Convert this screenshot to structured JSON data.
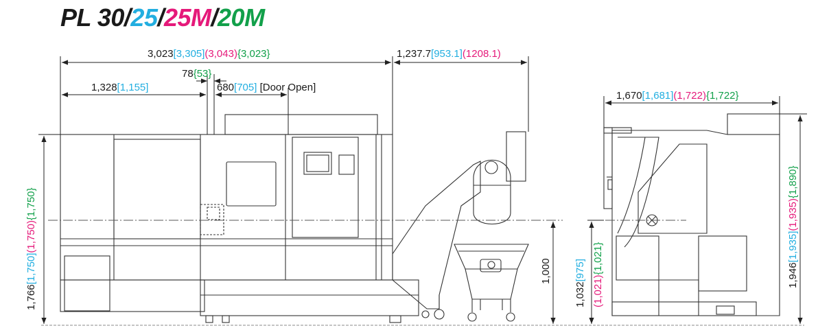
{
  "title": {
    "parts": [
      "PL 30",
      "/",
      "25",
      "/",
      "25M",
      "/",
      "20M"
    ],
    "colors": [
      "#1a1a1a",
      "#1a1a1a",
      "#22aee0",
      "#1a1a1a",
      "#e5197a",
      "#1a1a1a",
      "#12a04a"
    ]
  },
  "colors": {
    "base": "#1a1a1a",
    "pl25": "#22aee0",
    "pl25m": "#e5197a",
    "pl20m": "#12a04a",
    "line": "#333333"
  },
  "front": {
    "total_length": {
      "base": "3,023",
      "pl25": "[3,305]",
      "pl25m": "(3,043)",
      "pl20m": "{3,023}"
    },
    "conveyor_length": {
      "base": "1,237.7",
      "pl25": "[953.1]",
      "pl25m": "(1208.1)"
    },
    "gap": {
      "base": "78",
      "pl20m": "{53}"
    },
    "left_section": {
      "base": "1,328",
      "pl25": "[1,155]"
    },
    "door_open": {
      "base": "680",
      "pl25": "[705]",
      "note": " [Door Open]"
    },
    "overall_height": {
      "base": "1,766",
      "pl25": "[1,750]",
      "pl25m": "(1,750)",
      "pl20m": "{1,750}"
    },
    "conveyor_height": "1,000"
  },
  "side": {
    "width": {
      "base": "1,670",
      "pl25": "[1,681]",
      "pl25m": "(1,722)",
      "pl20m": "{1,722}"
    },
    "height": {
      "base": "1,946",
      "pl25": "[1,935]",
      "pl25m": "(1,935)",
      "pl20m": "{1,890}"
    },
    "spindle_height_line1": {
      "base": "1,032",
      "pl25": "[975]"
    },
    "spindle_height_line2": {
      "pl25m": "(1,021)",
      "pl20m": "{1,021}"
    }
  }
}
